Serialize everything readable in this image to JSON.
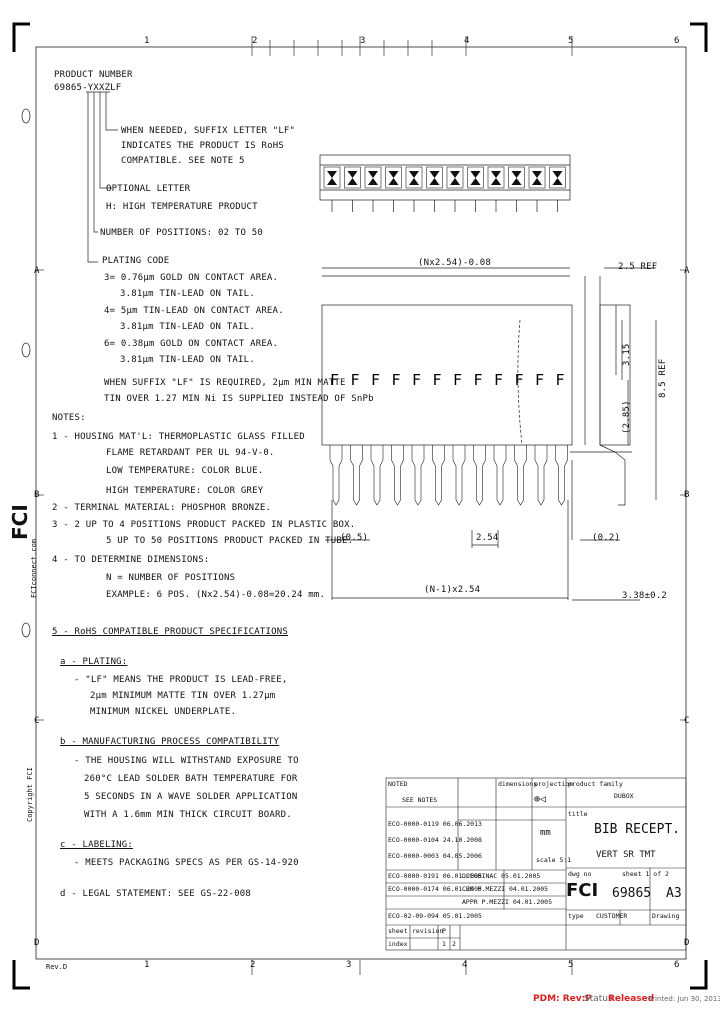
{
  "frame": {
    "top_zones": [
      "1",
      "2",
      "3",
      "4",
      "5",
      "6"
    ],
    "bottom_zones": [
      "1",
      "2",
      "3",
      "4",
      "5",
      "6"
    ],
    "left_zones": [
      "A",
      "B",
      "C",
      "D"
    ],
    "right_zones": [
      "A",
      "B",
      "C",
      "D"
    ],
    "bottom_left_code": "Rev.D",
    "side_logo": "FCI",
    "side_logo_sub": "FCIconnect.com",
    "copyright": "Copyright FCI"
  },
  "part_code": {
    "title": "PRODUCT NUMBER",
    "code": "69865-YXXZLF",
    "lines": [
      "WHEN NEEDED, SUFFIX LETTER \"LF\"",
      "INDICATES THE PRODUCT IS RoHS",
      "COMPATIBLE. SEE NOTE 5",
      "OPTIONAL LETTER",
      "H: HIGH TEMPERATURE PRODUCT",
      "NUMBER OF POSITIONS: 02 TO 50",
      "PLATING CODE",
      "3= 0.76µm GOLD ON CONTACT AREA.",
      "3.81µm TIN-LEAD ON TAIL.",
      "4= 5µm TIN-LEAD ON CONTACT AREA.",
      "3.81µm TIN-LEAD ON TAIL.",
      "6= 0.38µm GOLD ON CONTACT AREA.",
      "3.81µm TIN-LEAD ON TAIL.",
      "WHEN SUFFIX \"LF\" IS REQUIRED, 2µm MIN MATTE",
      "TIN OVER 1.27 MIN Ni IS SUPPLIED INSTEAD OF SnPb"
    ]
  },
  "notes": {
    "title": "NOTES:",
    "items": [
      "1 - HOUSING MAT'L: THERMOPLASTIC GLASS FILLED",
      "FLAME RETARDANT PER UL 94-V-0.",
      "LOW TEMPERATURE: COLOR BLUE.",
      "HIGH TEMPERATURE: COLOR GREY",
      "2 - TERMINAL MATERIAL: PHOSPHOR BRONZE.",
      "3 - 2 UP TO 4 POSITIONS PRODUCT PACKED IN PLASTIC BOX.",
      "5 UP TO 50 POSITIONS PRODUCT PACKED IN TUBE.",
      "4 - TO DETERMINE DIMENSIONS:",
      "N = NUMBER OF POSITIONS",
      "EXAMPLE: 6 POS. (Nx2.54)-0.08=20.24 mm.",
      "5 - RoHS COMPATIBLE PRODUCT SPECIFICATIONS",
      "a - PLATING:",
      "- \"LF\" MEANS THE PRODUCT IS LEAD-FREE,",
      "2µm MINIMUM MATTE TIN OVER 1.27µm",
      "MINIMUM NICKEL UNDERPLATE.",
      "b - MANUFACTURING PROCESS COMPATIBILITY",
      "- THE HOUSING WILL WITHSTAND EXPOSURE TO",
      "260°C LEAD SOLDER BATH TEMPERATURE FOR",
      "5 SECONDS IN A WAVE SOLDER APPLICATION",
      "WITH A 1.6mm MIN THICK CIRCUIT BOARD.",
      "c - LABELING:",
      "- MEETS PACKAGING SPECS AS PER GS-14-920",
      "d - LEGAL STATEMENT: SEE GS-22-008"
    ]
  },
  "dimensions": {
    "overall": "(Nx2.54)-0.08",
    "ref_side": "2.5 REF",
    "height": "8.5 REF",
    "upper": "3.15",
    "mid": "(2.85)",
    "left_offset": "(0.5)",
    "pitch": "2.54",
    "right_offset": "(0.2)",
    "span": "(N-1)x2.54",
    "thickness": "3.38±0.2"
  },
  "title_block": {
    "tolerances": "NOTED",
    "see_notes": "SEE NOTES",
    "dimensions_label": "dimensions",
    "projection": "projection",
    "product_family": "product family",
    "product_family_value": "DUBOX",
    "title_label": "title",
    "title_line1": "BIB RECEPT.",
    "title_line2": "VERT SR TMT",
    "units": "mm",
    "scale": "scale 5:1",
    "dwg_no_label": "dwg no",
    "dwg_no": "69865",
    "size": "A3",
    "sheet_label": "sheet 1 of 2",
    "type_label": "type",
    "type_value": "CUSTOMER",
    "drawing_label": "Drawing",
    "revisions": [
      "ECO-0000-0119 06.06.2013",
      "ECO-0000-0104 24.10.2008",
      "ECO-0000-0003 04.05.2006",
      "ECO-0000-0191 06.01.2005",
      "ECO-0000-0174 06.01.2005",
      "ECO-02-09-094 05.01.2005"
    ],
    "people": [
      "DLEGHINAC 05.01.2005",
      "CHK P.MEZZI 04.01.2005",
      "APPR P.MEZZI 04.01.2005"
    ],
    "bottom_sheet": "sheet",
    "bottom_revision": "revision",
    "bottom_index": "index",
    "bottom_rev": "P",
    "bottom_s1": "1",
    "bottom_s2": "2"
  },
  "footer": {
    "pdm": "PDM: Rev:P",
    "status": "Status:",
    "released": "Released",
    "printed": "Printed: Jun 30, 2013"
  }
}
